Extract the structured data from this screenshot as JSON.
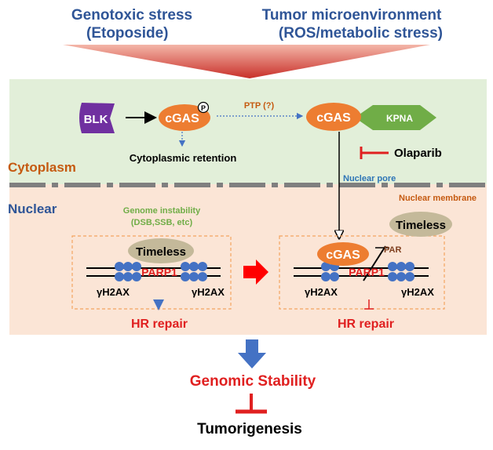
{
  "header": {
    "left_line1": "Genotoxic stress",
    "left_line2": "(Etoposide)",
    "right_line1": "Tumor microenvironment",
    "right_line2": "(ROS/metabolic stress)"
  },
  "cytoplasm": {
    "label": "Cytoplasm",
    "blk": "BLK",
    "cgas_left": "cGAS",
    "phospho_mark": "P",
    "ptp_label": "PTP (?)",
    "cgas_right": "cGAS",
    "kpna": "KPNA",
    "retention": "Cytoplasmic retention",
    "olaparib": "Olaparib",
    "nuclear_pore": "Nuclear pore"
  },
  "nuclear": {
    "label": "Nuclear",
    "membrane": "Nuclear membrane",
    "instability_line1": "Genome instability",
    "instability_line2": "(DSB,SSB, etc)",
    "left_panel": {
      "timeless": "Timeless",
      "parp1": "PARP1",
      "h2ax_left": "γH2AX",
      "h2ax_right": "γH2AX",
      "hr_repair": "HR repair"
    },
    "right_panel": {
      "timeless": "Timeless",
      "cgas": "cGAS",
      "par": "PAR",
      "parp1": "PARP1",
      "h2ax_left": "γH2AX",
      "h2ax_right": "γH2AX",
      "hr_repair": "HR repair"
    }
  },
  "outcome": {
    "genomic_stability": "Genomic Stability",
    "tumorigenesis": "Tumorigenesis"
  },
  "colors": {
    "header_blue": "#2f5597",
    "cytoplasm_bg": "#e2efd9",
    "nuclear_bg": "#fbe5d6",
    "cgas_orange": "#ed7d31",
    "blk_purple": "#7030a0",
    "kpna_green": "#70ad47",
    "timeless_tan": "#c4b99a",
    "histone_blue": "#4472c4",
    "red": "#e02020",
    "brown_label": "#c55a11"
  }
}
